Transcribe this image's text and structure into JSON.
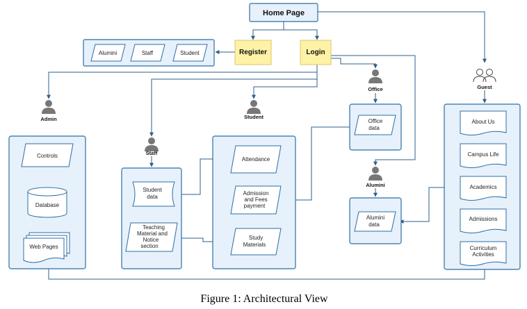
{
  "nodes": {
    "home": "Home Page",
    "register": "Register",
    "login": "Login",
    "reg_alumini": "Alumini",
    "reg_staff": "Staff",
    "reg_student": "Student",
    "controls": "Controls",
    "database": "Database",
    "web_pages": "Web Pages",
    "student_data": [
      "Student",
      "data"
    ],
    "teaching_material": [
      "Teaching",
      "Material and",
      "Notice",
      "section"
    ],
    "attendance": "Attendance",
    "admission_fees": [
      "Admission",
      "and Fees",
      "payment"
    ],
    "study_materials": [
      "Study",
      "Materials"
    ],
    "office_data": [
      "Office",
      "data"
    ],
    "alumini_data": [
      "Alumini",
      "data"
    ],
    "about_us": "About Us",
    "campus_life": "Campus Life",
    "academics": "Academics",
    "admissions": "Admissions",
    "curriculum": [
      "Curriculum",
      "Activities"
    ]
  },
  "roles": {
    "admin": "Admin",
    "staff": "Staff",
    "student": "Student",
    "office": "Office",
    "alumini": "Alumini",
    "guest": "Guest"
  },
  "caption": "Figure 1: Architectural View",
  "colors": {
    "container_fill": "#e6f1fb",
    "stroke": "#2e6da4",
    "note_fill": "#fdf2a6",
    "person": "#777777"
  }
}
